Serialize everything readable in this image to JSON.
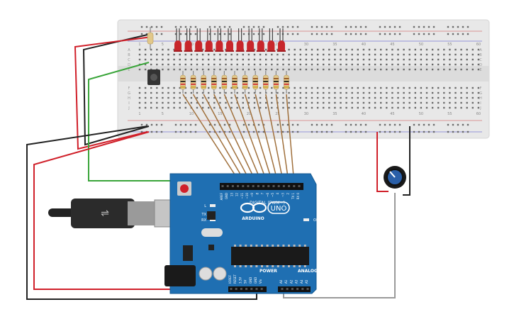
{
  "breadboard": {
    "column_labels": [
      "1",
      "5",
      "10",
      "15",
      "20",
      "25",
      "30",
      "35",
      "40",
      "45",
      "50",
      "55",
      "60"
    ],
    "row_labels_top": [
      "A",
      "B",
      "C",
      "D",
      "E"
    ],
    "row_labels_bottom": [
      "F",
      "G",
      "H",
      "I",
      "J"
    ]
  },
  "arduino": {
    "brand": "ARDUINO",
    "model": "UNO",
    "digital_header": "DIGITAL (PWM~)",
    "analog_header": "ANALOG IN",
    "power_header": "POWER",
    "on_label": "ON",
    "led_labels": [
      "L",
      "TX",
      "RX"
    ],
    "digital_pins": [
      "AREF",
      "GND",
      "13",
      "12",
      "~11",
      "~10",
      "~9",
      "8",
      "7",
      "~6",
      "~5",
      "4",
      "~3",
      "2",
      "TX 1",
      "RX 0"
    ],
    "power_pins": [
      "IOREF",
      "RESET",
      "3.3V",
      "5V",
      "GND",
      "GND",
      "Vin"
    ],
    "analog_pins": [
      "A0",
      "A1",
      "A2",
      "A3",
      "A4",
      "A5"
    ]
  },
  "colors": {
    "wire_red": "#d0202a",
    "wire_black": "#222222",
    "wire_green": "#3aa53a",
    "wire_brown": "#a0703c",
    "wire_gray": "#9a9a9a",
    "led_red": "#c8262c",
    "board_blue": "#1f6fb2",
    "breadboard": "#e7e7e7"
  },
  "components": {
    "led_count": 11,
    "resistor_count": 11
  }
}
